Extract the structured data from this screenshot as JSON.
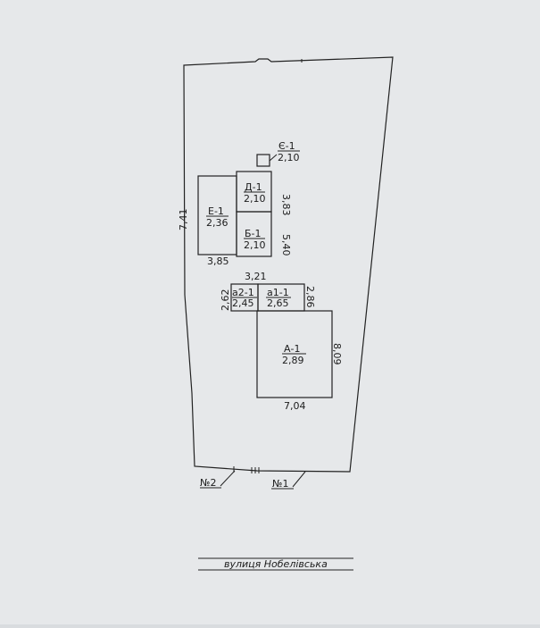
{
  "colors": {
    "background": "#d9dcdf",
    "paper": "#e6e8ea",
    "ink": "#222222"
  },
  "buildings": [
    {
      "id": "e1",
      "code": "Є-1",
      "height": "2,10"
    },
    {
      "id": "d1",
      "code": "Д-1",
      "height": "2,10"
    },
    {
      "id": "ye1",
      "code": "Е-1",
      "height": "2,36"
    },
    {
      "id": "b1",
      "code": "Б-1",
      "height": "2,10"
    },
    {
      "id": "a21",
      "code": "а2-1",
      "height": "2,45"
    },
    {
      "id": "a11",
      "code": "а1-1",
      "height": "2,65"
    },
    {
      "id": "a1",
      "code": "А-1",
      "height": "2,89"
    }
  ],
  "dimensions": {
    "d_side": "3,83",
    "b_side": "5,40",
    "ye_side": "7,41",
    "ye_bottom": "3,85",
    "b_bottom": "3,21",
    "a2_side": "2,62",
    "a1_side": "2,86",
    "a_side": "8,09",
    "a_bottom": "7,04"
  },
  "entrances": {
    "no2": "№2",
    "no1": "№1"
  },
  "street": "вулиця Нобелівська"
}
